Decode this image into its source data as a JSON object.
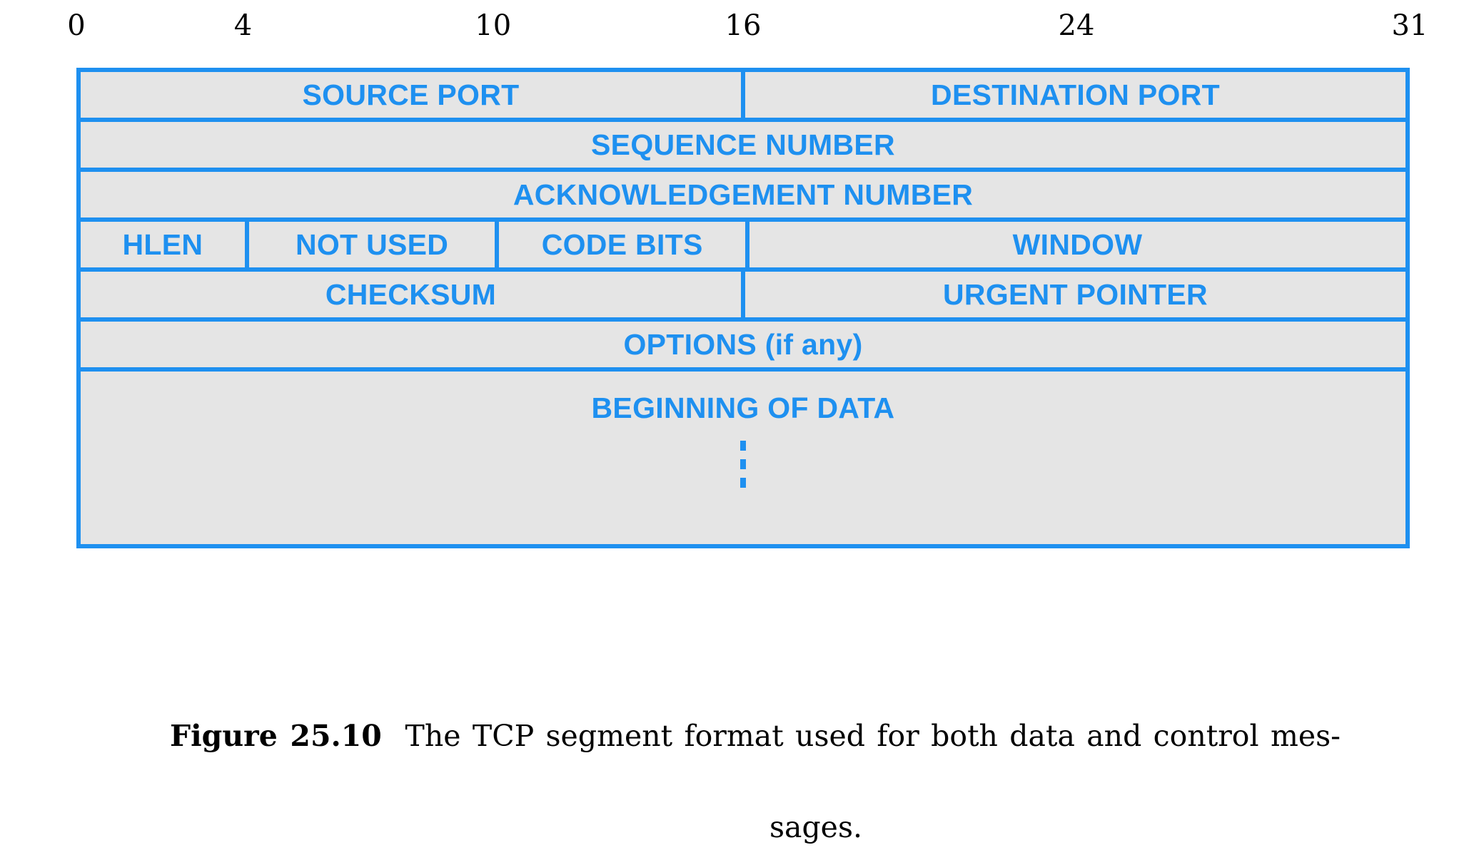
{
  "figure": {
    "number": "Figure 25.10",
    "caption_line1": "The TCP segment format used for both data and control mes-",
    "caption_line2": "sages."
  },
  "colors": {
    "field_border": "#1e90f0",
    "field_text": "#1e90f0",
    "field_fill": "#e5e5e5",
    "ruler_text": "#000000",
    "page_background": "#ffffff"
  },
  "bit_ruler": {
    "total_bits": 32,
    "ticks": [
      {
        "label": "0",
        "bit": 0
      },
      {
        "label": "4",
        "bit": 4
      },
      {
        "label": "10",
        "bit": 10
      },
      {
        "label": "16",
        "bit": 16
      },
      {
        "label": "24",
        "bit": 24
      },
      {
        "label": "31",
        "bit": 32
      }
    ]
  },
  "segment": {
    "rows": [
      {
        "cells": [
          {
            "label": "SOURCE PORT",
            "bits": 16
          },
          {
            "label": "DESTINATION PORT",
            "bits": 16
          }
        ]
      },
      {
        "cells": [
          {
            "label": "SEQUENCE NUMBER",
            "bits": 32
          }
        ]
      },
      {
        "cells": [
          {
            "label": "ACKNOWLEDGEMENT NUMBER",
            "bits": 32
          }
        ]
      },
      {
        "cells": [
          {
            "label": "HLEN",
            "bits": 4
          },
          {
            "label": "NOT USED",
            "bits": 6
          },
          {
            "label": "CODE BITS",
            "bits": 6
          },
          {
            "label": "WINDOW",
            "bits": 16
          }
        ]
      },
      {
        "cells": [
          {
            "label": "CHECKSUM",
            "bits": 16
          },
          {
            "label": "URGENT POINTER",
            "bits": 16
          }
        ]
      },
      {
        "cells": [
          {
            "label": "OPTIONS (if any)",
            "bits": 32
          }
        ]
      },
      {
        "tall": true,
        "continues": true,
        "cells": [
          {
            "label": "BEGINNING OF DATA",
            "bits": 32
          }
        ]
      }
    ]
  }
}
